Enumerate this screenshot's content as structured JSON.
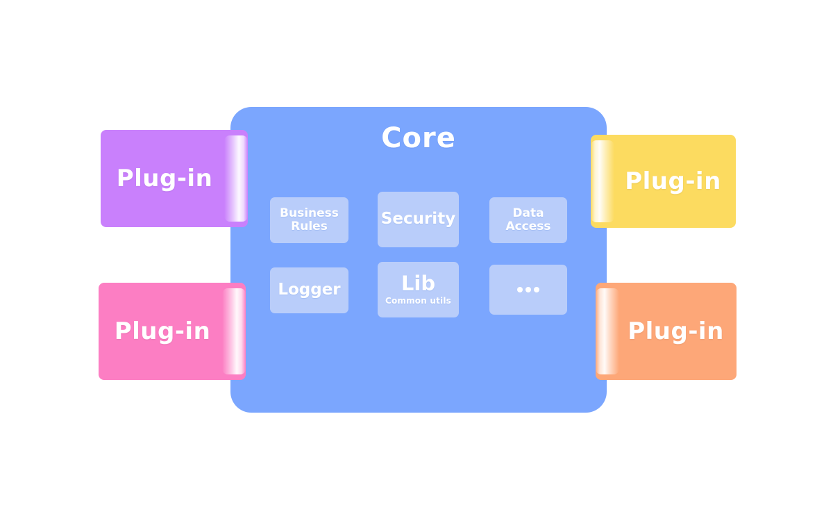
{
  "diagram": {
    "background_color": "#ffffff",
    "core": {
      "title": "Core",
      "color": "#7ba6fe",
      "module_color": "#b9cdfa",
      "modules": [
        {
          "id": "business-rules",
          "label": "Business\nRules",
          "line1": "Business",
          "line2": "Rules"
        },
        {
          "id": "security",
          "label": "Security",
          "line1": "Security",
          "line2": ""
        },
        {
          "id": "data-access",
          "label": "Data\nAccess",
          "line1": "Data",
          "line2": "Access"
        },
        {
          "id": "logger",
          "label": "Logger",
          "line1": "Logger",
          "line2": ""
        },
        {
          "id": "lib",
          "label": "Lib",
          "line1": "Lib",
          "line2": "Common utils"
        },
        {
          "id": "more",
          "label": "...",
          "line1": "...",
          "line2": ""
        }
      ]
    },
    "plugins": [
      {
        "id": "plugin-top-left",
        "label": "Plug-in",
        "color": "#c980fc",
        "side": "left"
      },
      {
        "id": "plugin-bottom-left",
        "label": "Plug-in",
        "color": "#fc7ec3",
        "side": "left"
      },
      {
        "id": "plugin-top-right",
        "label": "Plug-in",
        "color": "#fcdb60",
        "side": "right"
      },
      {
        "id": "plugin-bottom-right",
        "label": "Plug-in",
        "color": "#fda778",
        "side": "right"
      }
    ]
  }
}
